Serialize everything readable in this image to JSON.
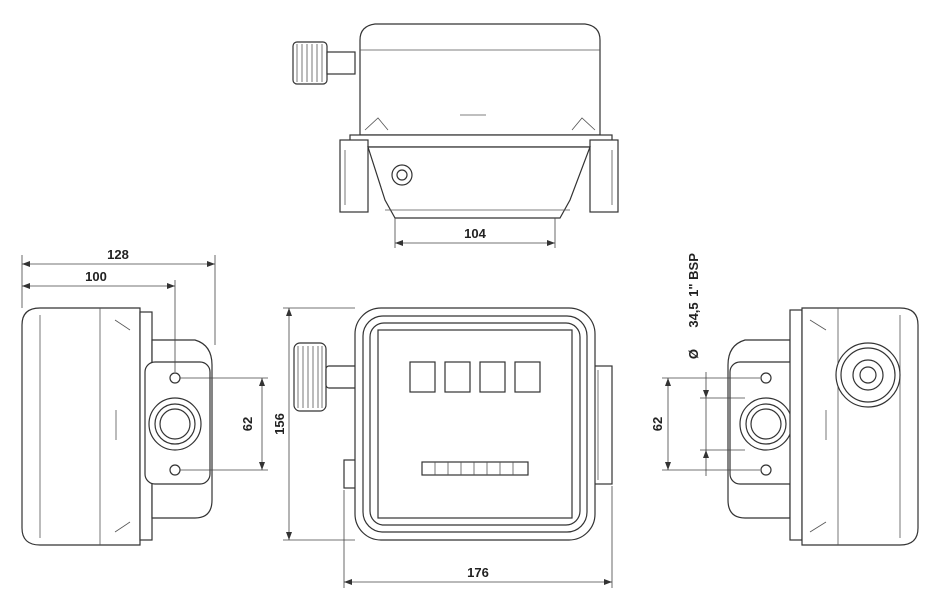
{
  "dimensions": {
    "top_width": "104",
    "side_depth_total": "128",
    "side_depth_body": "100",
    "left_port_spacing": "62",
    "front_height": "156",
    "front_width": "176",
    "right_port_spacing": "62",
    "port_diameter": "34,5",
    "thread": "1\" BSP"
  },
  "symbols": {
    "diameter": "Ø"
  },
  "colors": {
    "line": "#333333",
    "background": "#ffffff"
  }
}
